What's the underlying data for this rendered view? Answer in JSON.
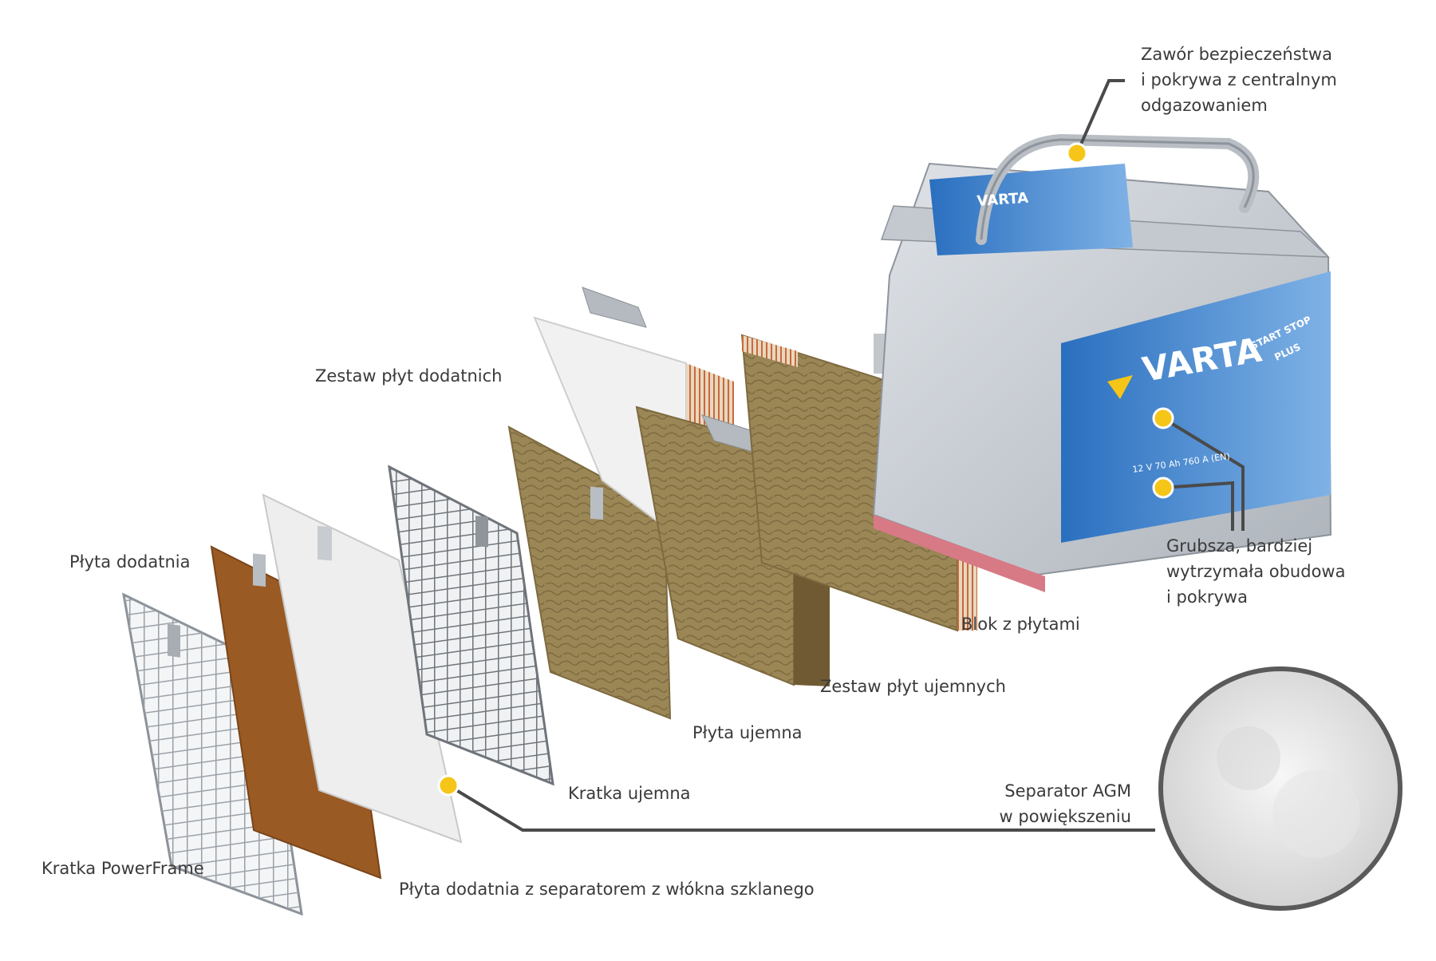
{
  "labels": {
    "valve": [
      "Zawór bezpieczeństwa",
      "i pokrywa z centralnym",
      "odgazowaniem"
    ],
    "positive_set": "Zestaw płyt dodatnich",
    "positive_plate": "Płyta dodatnia",
    "powerframe": "Kratka PowerFrame",
    "positive_with_separator": "Płyta dodatnia z separatorem z włókna szklanego",
    "negative_grid": "Kratka ujemna",
    "negative_plate": "Płyta ujemna",
    "negative_set": "Zestaw płyt ujemnych",
    "plate_block": "Blok z płytami",
    "housing": [
      "Grubsza, bardziej",
      "wytrzymała obudowa",
      "i pokrywa"
    ],
    "agm_separator": [
      "Separator AGM",
      "w powiększeniu"
    ]
  },
  "brand": {
    "name": "VARTA",
    "badge": [
      "START STOP",
      "PLUS"
    ],
    "spec": "12 V 70 Ah 760 A (EN)"
  },
  "colors": {
    "accent_dot": "#f5c518",
    "leader_line": "#4a4a4a",
    "brand_blue": "#1f5fa8",
    "plate_brown": "#9a5a24",
    "plate_olive": "#9b8656",
    "separator_white": "#eeeeee",
    "case_grey": "#c8cdd3"
  }
}
